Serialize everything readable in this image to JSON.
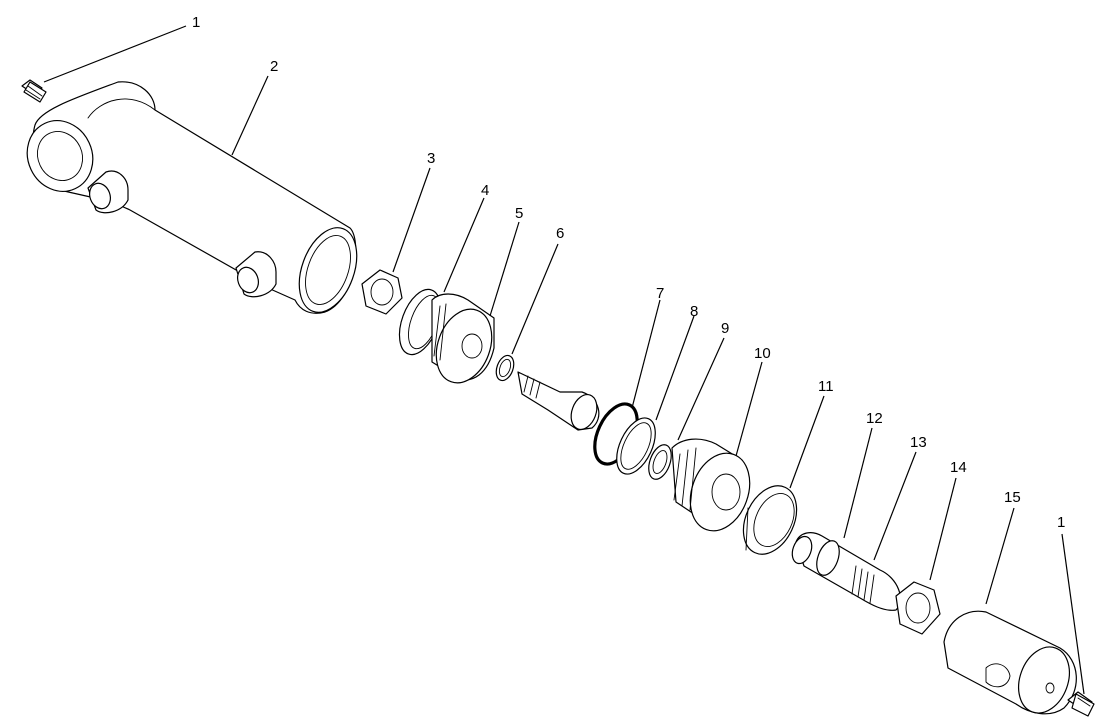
{
  "callouts": [
    {
      "id": "c1a",
      "label": "1"
    },
    {
      "id": "c2",
      "label": "2"
    },
    {
      "id": "c3",
      "label": "3"
    },
    {
      "id": "c4",
      "label": "4"
    },
    {
      "id": "c5",
      "label": "5"
    },
    {
      "id": "c6",
      "label": "6"
    },
    {
      "id": "c7",
      "label": "7"
    },
    {
      "id": "c8",
      "label": "8"
    },
    {
      "id": "c9",
      "label": "9"
    },
    {
      "id": "c10",
      "label": "10"
    },
    {
      "id": "c11",
      "label": "11"
    },
    {
      "id": "c12",
      "label": "12"
    },
    {
      "id": "c13",
      "label": "13"
    },
    {
      "id": "c14",
      "label": "14"
    },
    {
      "id": "c15",
      "label": "15"
    },
    {
      "id": "c1b",
      "label": "1"
    }
  ],
  "colors": {
    "line": "#000000",
    "background": "#ffffff"
  }
}
